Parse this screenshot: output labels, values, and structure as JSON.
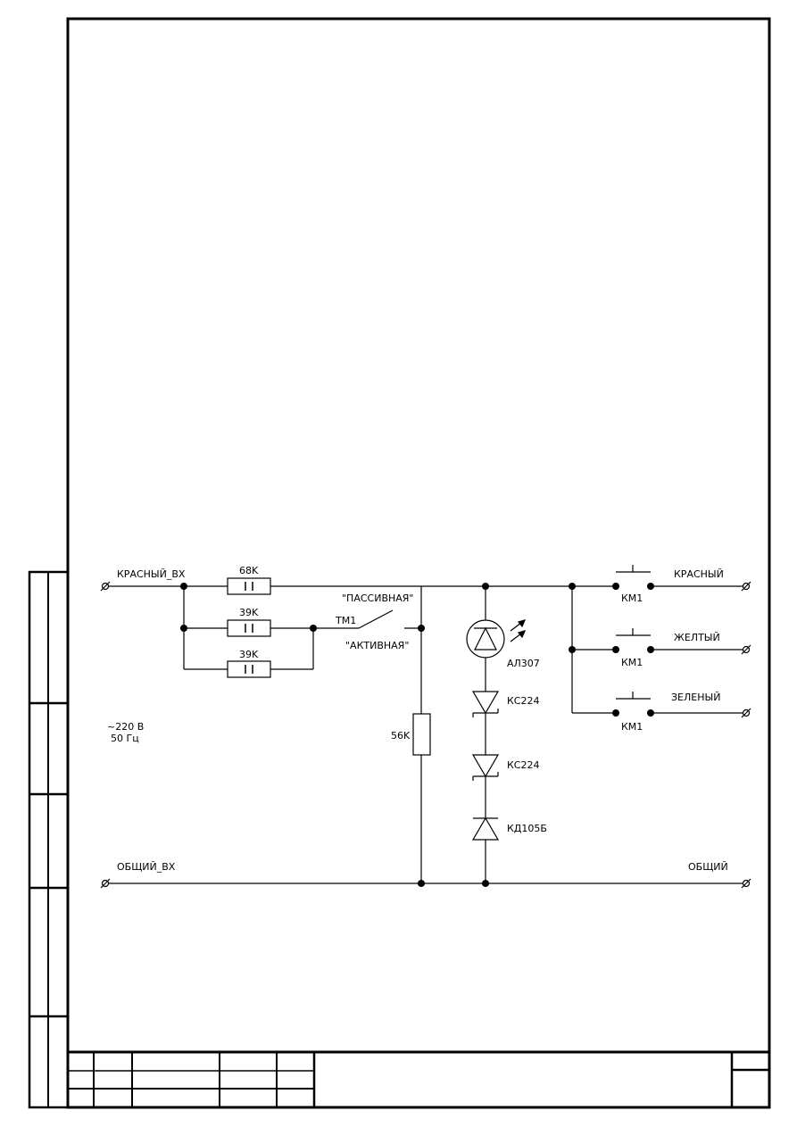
{
  "inputs": {
    "red_in": "КРАСНЫЙ_ВХ",
    "common_in": "ОБЩИЙ_ВХ",
    "supply_voltage": "~220 В",
    "supply_frequency": "50 Гц"
  },
  "resistors": {
    "r1": "68K",
    "r2": "39K",
    "r3": "39K",
    "r4": "56K"
  },
  "switch": {
    "name": "ТМ1",
    "passive": "\"ПАССИВНАЯ\"",
    "active": "\"АКТИВНАЯ\""
  },
  "diodes": {
    "led": "АЛ307",
    "zener1": "КС224",
    "zener2": "КС224",
    "diode": "КД105Б"
  },
  "contacts": {
    "k1": "КМ1",
    "k2": "КМ1",
    "k3": "КМ1"
  },
  "outputs": {
    "red": "КРАСНЫЙ",
    "yellow": "ЖЕЛТЫЙ",
    "green": "ЗЕЛЕНЫЙ",
    "common": "ОБЩИЙ"
  }
}
